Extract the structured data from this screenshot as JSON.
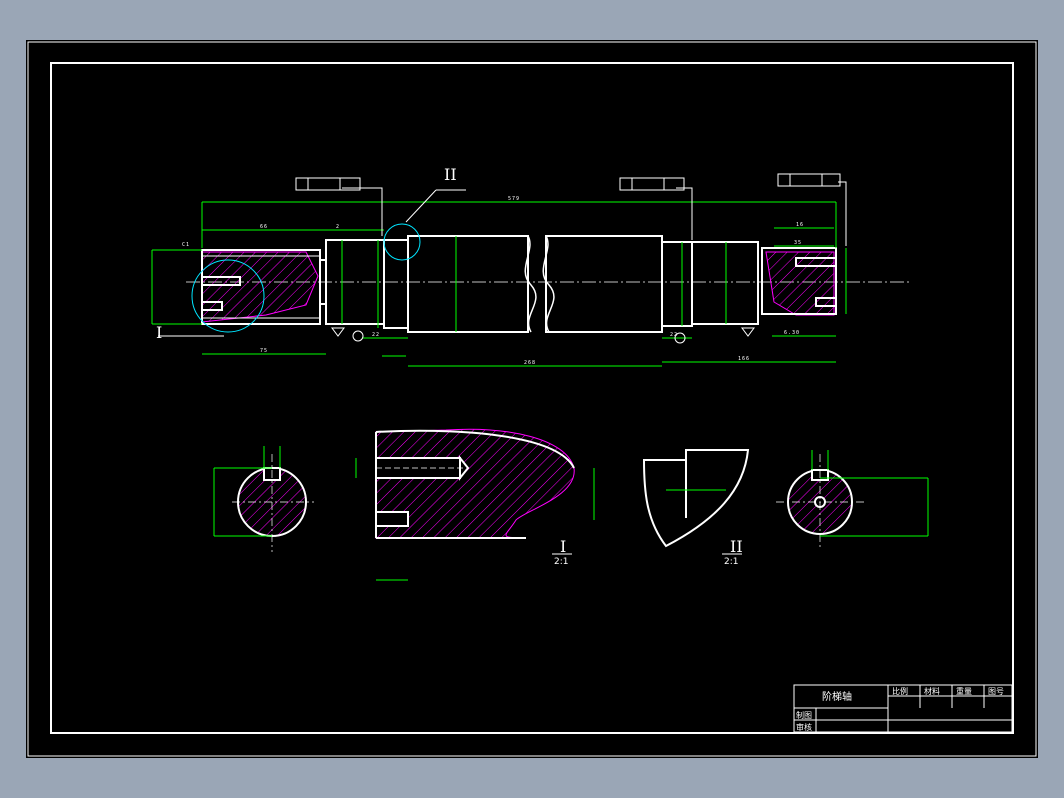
{
  "title_block": {
    "part_name": "阶梯轴",
    "header_labels": [
      "比例",
      "材料",
      "重量",
      "图号"
    ],
    "row_labels": [
      "制图",
      "审核"
    ]
  },
  "views": {
    "detail_1_label": "I",
    "detail_1_scale": "2:1",
    "detail_2_label": "II",
    "detail_2_scale": "2:1"
  },
  "main_view": {
    "overall_length": "579",
    "callout_I": "I",
    "callout_II": "II"
  },
  "colors": {
    "background": "#000000",
    "outline": "#ffffff",
    "dimension": "#00ff00",
    "hatch": "#ff00ff",
    "centerline": "#ffffff",
    "detail_circle": "#00e5ff"
  }
}
